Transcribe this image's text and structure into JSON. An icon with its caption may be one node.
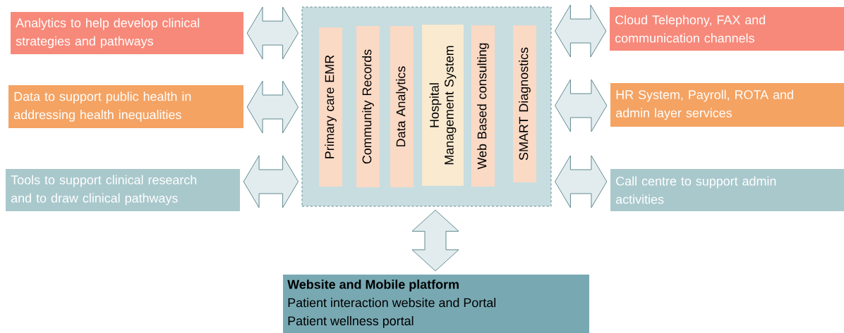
{
  "diagram": {
    "nodes": [
      {
        "text": [],
        "shape": "box"
      },
      {
        "text": [
          "Primary care EMR"
        ],
        "in": 0
      },
      {
        "text": [
          "Community Records"
        ],
        "in": 0
      },
      {
        "text": [
          "Data Analytics"
        ],
        "in": 0
      },
      {
        "text": [
          "Hospital Management System"
        ],
        "in": 0
      },
      {
        "text": [
          "Web Based consulting"
        ],
        "in": 0
      },
      {
        "text": [
          "SMART Diagnostics"
        ],
        "in": 0
      },
      {
        "text": [
          "Analytics to help develop clinical strategies and pathways"
        ]
      },
      {
        "text": [
          "Data to support public health in addressing health inequalities"
        ]
      },
      {
        "text": [
          "Tools to support clinical research and to draw clinical pathways"
        ]
      },
      {
        "text": [
          "Cloud Telephony, FAX and communication channels"
        ]
      },
      {
        "text": [
          "HR System, Payroll, ROTA and admin layer services"
        ]
      },
      {
        "text": [
          "Call centre to support admin activities"
        ]
      },
      {
        "text": [
          "Website and Mobile platform",
          "Patient interaction website and Portal",
          "Patient wellness portal"
        ]
      }
    ],
    "edges": [
      {
        "from": 7,
        "to": 0,
        "arrow": "both"
      },
      {
        "from": 8,
        "to": 0,
        "arrow": "both"
      },
      {
        "from": 9,
        "to": 0,
        "arrow": "both"
      },
      {
        "from": 0,
        "to": 10,
        "arrow": "both"
      },
      {
        "from": 0,
        "to": 11,
        "arrow": "both"
      },
      {
        "from": 0,
        "to": 12,
        "arrow": "both"
      },
      {
        "from": 0,
        "to": 13,
        "arrow": "both"
      }
    ]
  }
}
